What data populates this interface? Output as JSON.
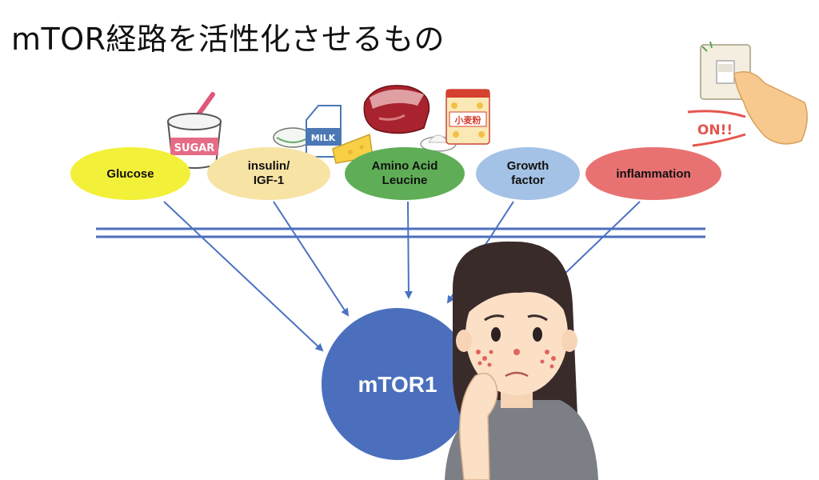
{
  "title": "mTOR経路を活性化させるもの",
  "nodes": [
    {
      "id": "glucose",
      "lines": [
        "Glucose"
      ],
      "color": "#f3f03a"
    },
    {
      "id": "insulin",
      "lines": [
        "insulin/",
        "IGF-1"
      ],
      "color": "#f7e3a4"
    },
    {
      "id": "amino",
      "lines": [
        "Amino Acid",
        "Leucine"
      ],
      "color": "#5fae57"
    },
    {
      "id": "growth",
      "lines": [
        "Growth",
        "factor"
      ],
      "color": "#a4c2e5"
    },
    {
      "id": "inflammation",
      "lines": [
        "inflammation"
      ],
      "color": "#e87272"
    }
  ],
  "hub": {
    "label": "mTOR1",
    "color": "#4b6fbd"
  },
  "membrane_color": "#4b6fbd",
  "arrow_color": "#4b72c2",
  "pictures": {
    "sugar_label": "SUGAR",
    "milk_label": "MILK",
    "flour_label": "小麦粉",
    "switch_label": "ON!!"
  }
}
